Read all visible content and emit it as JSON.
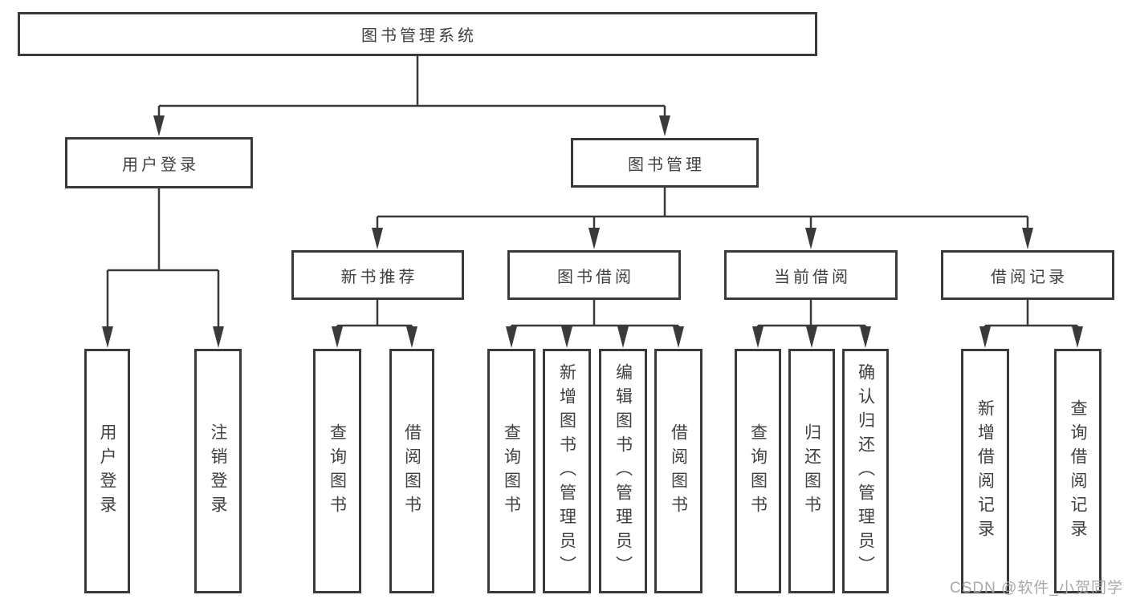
{
  "diagram": {
    "root": {
      "label": "图书管理系统",
      "children": [
        {
          "label": "用户登录",
          "children": [
            {
              "label": "用户登录"
            },
            {
              "label": "注销登录"
            }
          ]
        },
        {
          "label": "图书管理",
          "children": [
            {
              "label": "新书推荐",
              "children": [
                {
                  "label": "查询图书"
                },
                {
                  "label": "借阅图书"
                }
              ]
            },
            {
              "label": "图书借阅",
              "children": [
                {
                  "label": "查询图书"
                },
                {
                  "label": "新增图书（管理员）"
                },
                {
                  "label": "编辑图书（管理员）"
                },
                {
                  "label": "借阅图书"
                }
              ]
            },
            {
              "label": "当前借阅",
              "children": [
                {
                  "label": "查询图书"
                },
                {
                  "label": "归还图书"
                },
                {
                  "label": "确认归还（管理员）"
                }
              ]
            },
            {
              "label": "借阅记录",
              "children": [
                {
                  "label": "新增借阅记录"
                },
                {
                  "label": "查询借阅记录"
                }
              ]
            }
          ]
        }
      ]
    },
    "colors": {
      "line": "#3a3a3a",
      "box_border": "#3a3a3a",
      "box_fill": "#ffffff",
      "text": "#404040",
      "watermark": "#a9a9a9"
    }
  },
  "watermark": "CSDN @软件_小贺同学"
}
